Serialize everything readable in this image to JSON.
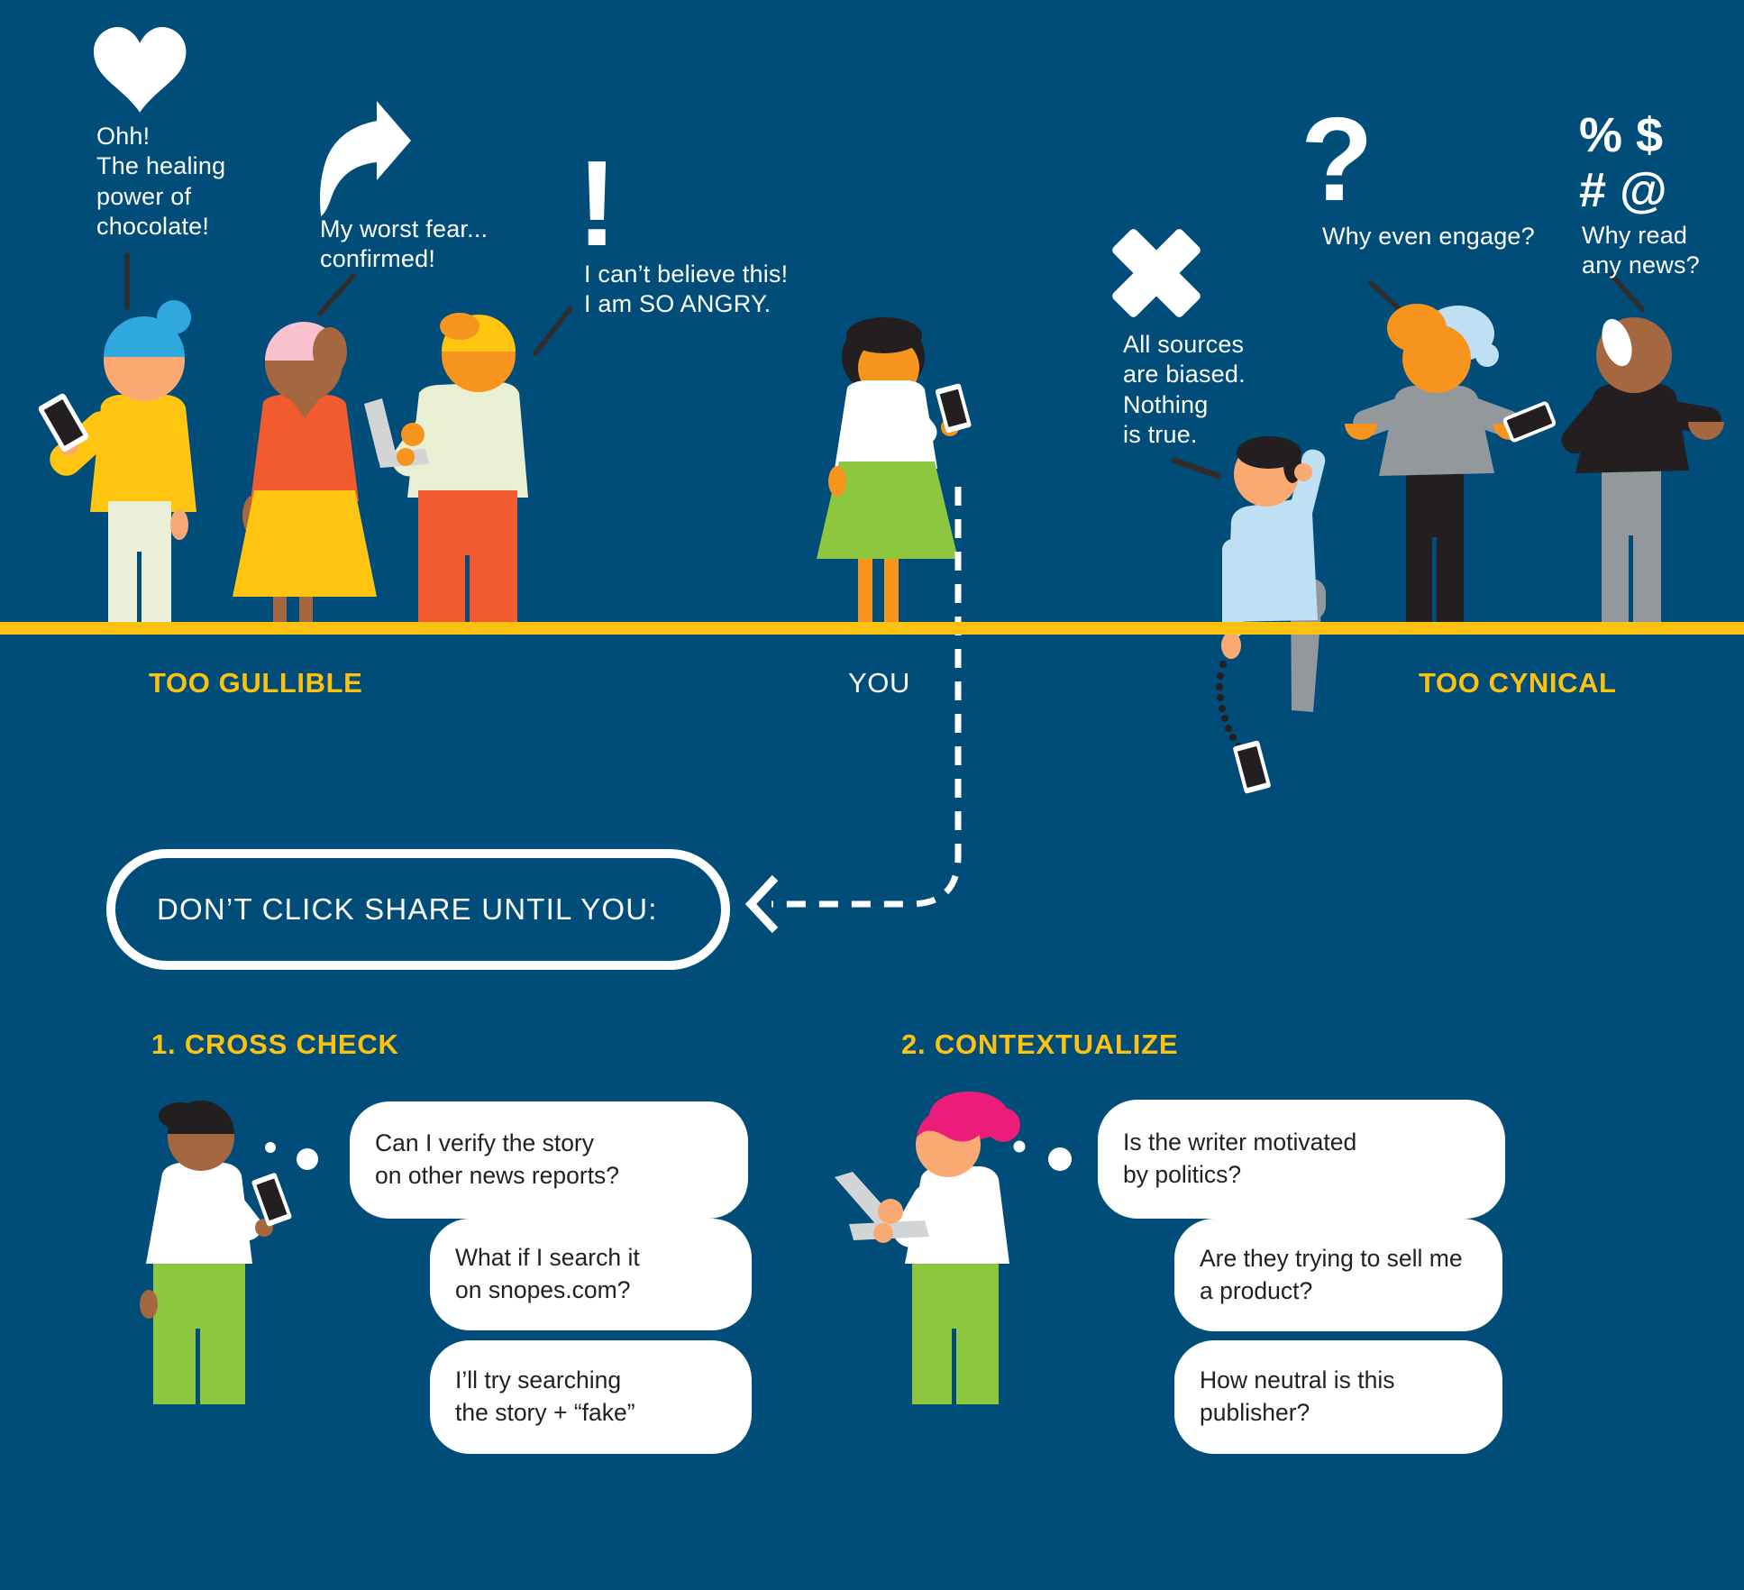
{
  "colors": {
    "background": "#004D7A",
    "accent_yellow": "#FDC20F",
    "white": "#FFFFFF",
    "ink": "#231F20",
    "green": "#8DC63F",
    "orange_red": "#F15B2D",
    "light_blue": "#BFE0F2"
  },
  "icons": {
    "exclamation": "!",
    "question": "?",
    "symbols_row1": "% $",
    "symbols_row2": "# @"
  },
  "gullible": {
    "quote_chocolate": "Ohh!\nThe healing\npower of\nchocolate!",
    "quote_fear": "My worst fear...\nconfirmed!",
    "quote_angry": "I can’t believe this!\nI am SO ANGRY."
  },
  "cynical": {
    "quote_biased": "All sources\nare biased.\nNothing\nis true.",
    "quote_engage": "Why even engage?",
    "quote_news": "Why read\nany news?"
  },
  "axis": {
    "left_label": "TOO GULLIBLE",
    "center_label": "YOU",
    "right_label": "TOO CYNICAL"
  },
  "callout": {
    "text": "DON’T CLICK SHARE UNTIL YOU:"
  },
  "sections": [
    {
      "heading": "1. CROSS CHECK",
      "bubbles": [
        "Can I verify the story\non other news reports?",
        "What if I search it\non snopes.com?",
        "I’ll try searching\nthe story + “fake”"
      ]
    },
    {
      "heading": "2. CONTEXTUALIZE",
      "bubbles": [
        "Is the writer motivated\nby politics?",
        "Are they trying to sell me\na product?",
        "How neutral is this\npublisher?"
      ]
    }
  ]
}
